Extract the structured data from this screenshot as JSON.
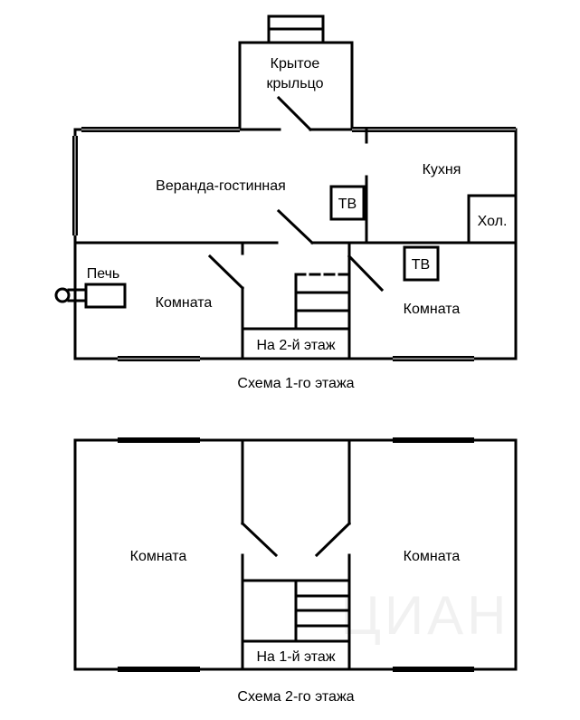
{
  "floor1": {
    "caption": "Схема 1-го этажа",
    "rooms": {
      "porch": [
        "Крытое",
        "крыльцо"
      ],
      "veranda": "Веранда-гостинная",
      "kitchen": "Кухня",
      "fridge": "Хол.",
      "tv1": "ТВ",
      "tv2": "ТВ",
      "stove": "Печь",
      "room_left": "Комната",
      "room_right": "Комната",
      "stairs": "На 2-й этаж"
    }
  },
  "floor2": {
    "caption": "Схема 2-го этажа",
    "rooms": {
      "room_left": "Комната",
      "room_right": "Комната",
      "stairs": "На 1-й этаж"
    }
  },
  "watermark": "ЦИАН"
}
